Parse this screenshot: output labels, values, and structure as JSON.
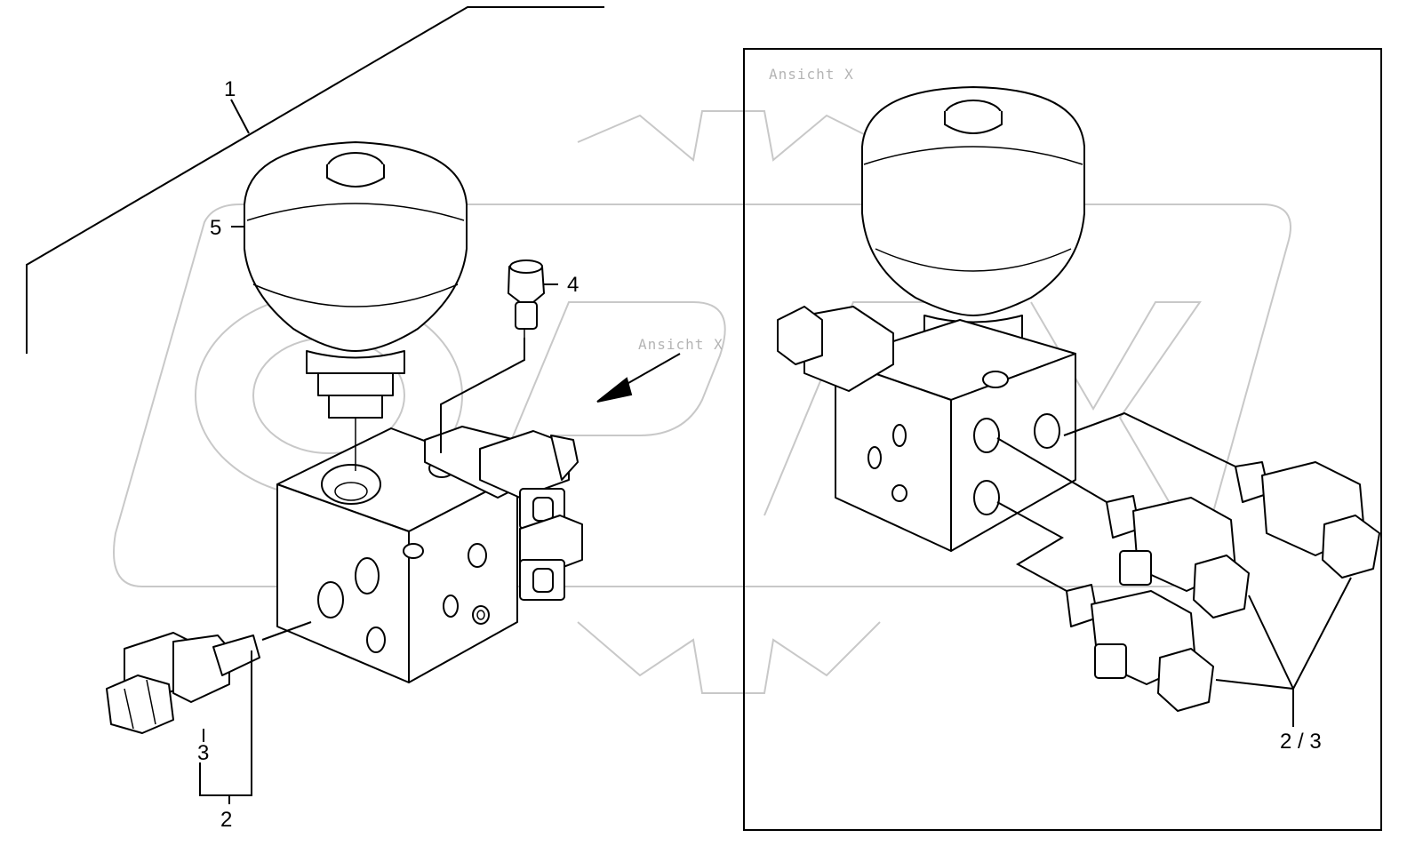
{
  "labels": {
    "item1": "1",
    "item2": "2",
    "item3": "3",
    "item4": "4",
    "item5": "5",
    "item2_3": "2 / 3"
  },
  "view_labels": {
    "ansicht_main": "Ansicht  X",
    "ansicht_detail": "Ansicht  X"
  },
  "colors": {
    "line": "#000000",
    "watermark": "#c8c8c8",
    "view_label": "#b4b4b4",
    "background": "#ffffff"
  }
}
